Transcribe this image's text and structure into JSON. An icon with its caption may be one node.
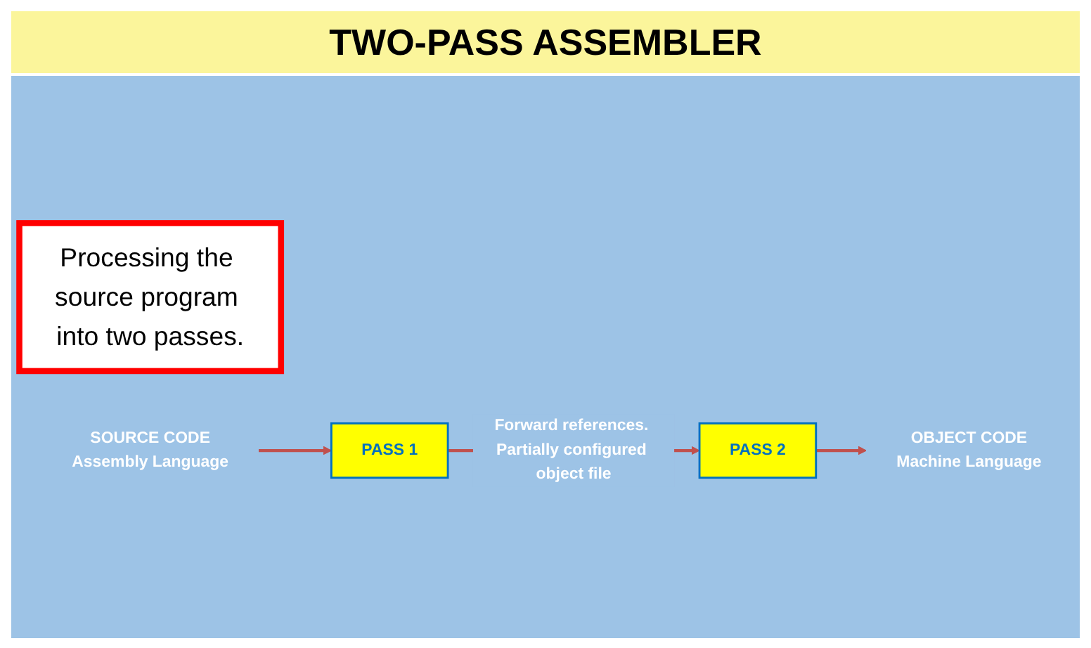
{
  "diagram": {
    "title": "TWO-PASS ASSEMBLER",
    "nodes": [
      {
        "text": [
          "Processing the source program into two passes."
        ]
      },
      {
        "text": [
          "SOURCE CODE",
          "Assembly Language"
        ]
      },
      {
        "text": [
          "PASS 1"
        ]
      },
      {
        "text": [
          "PASS 2"
        ]
      },
      {
        "text": [
          "OBJECT CODE",
          "Machine Language"
        ]
      }
    ],
    "edges": [
      {
        "from": 1,
        "to": 2,
        "arrow": "to"
      },
      {
        "from": 2,
        "to": 3,
        "arrow": "to",
        "label": "Forward references. Partially configured object file"
      },
      {
        "from": 3,
        "to": 4,
        "arrow": "to"
      }
    ]
  }
}
